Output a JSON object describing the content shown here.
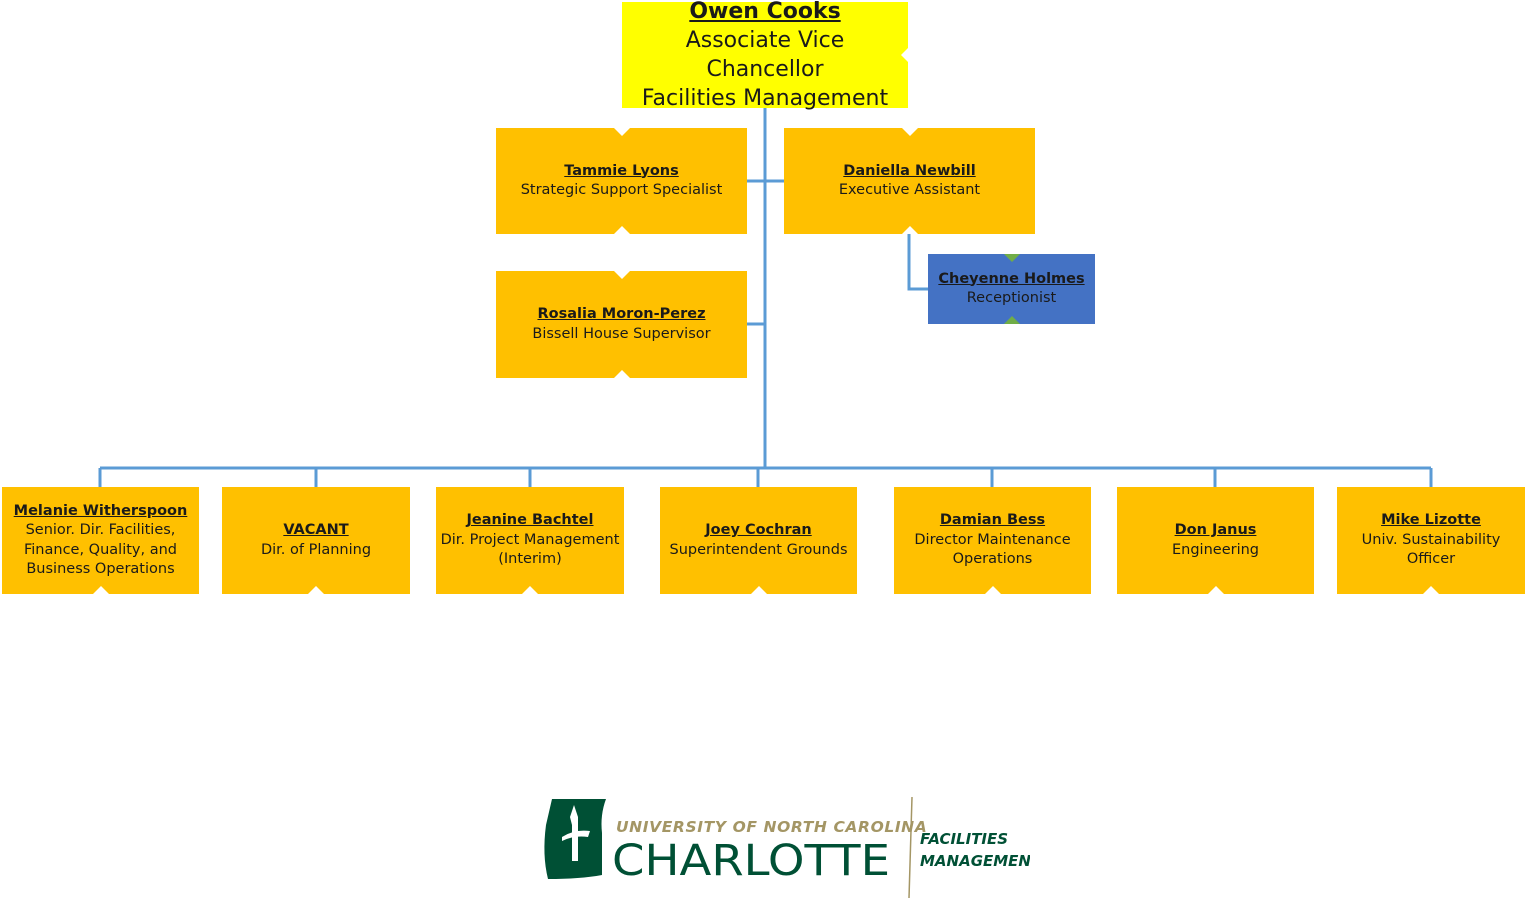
{
  "colors": {
    "connector": "#5b9bd5",
    "top_box": "#ffff00",
    "staff_box": "#ffc000",
    "sub_box": "#4472c4",
    "logo_green": "#005035",
    "logo_gold": "#a49665"
  },
  "top": {
    "name": "Owen Cooks",
    "title_line1": "Associate Vice Chancellor",
    "title_line2": "Facilities Management"
  },
  "staff": [
    {
      "name": "Tammie Lyons",
      "lines": [
        "Strategic Support Specialist"
      ]
    },
    {
      "name": "Daniella Newbill",
      "lines": [
        "Executive Assistant"
      ]
    },
    {
      "name": "Rosalia Moron-Perez",
      "lines": [
        "Bissell House Supervisor"
      ]
    }
  ],
  "sub": {
    "name": "Cheyenne Holmes",
    "lines": [
      "Receptionist"
    ]
  },
  "directors": [
    {
      "name": "Melanie Witherspoon",
      "lines": [
        "Senior. Dir. Facilities,",
        "Finance, Quality, and",
        "Business Operations"
      ]
    },
    {
      "name": "VACANT",
      "lines": [
        "Dir. of Planning"
      ]
    },
    {
      "name": "Jeanine Bachtel",
      "lines": [
        "Dir. Project Management",
        "(Interim)"
      ]
    },
    {
      "name": "Joey Cochran",
      "lines": [
        "Superintendent Grounds"
      ]
    },
    {
      "name": "Damian Bess",
      "lines": [
        "Director Maintenance",
        "Operations"
      ]
    },
    {
      "name": "Don Janus",
      "lines": [
        "Engineering"
      ]
    },
    {
      "name": "Mike Lizotte",
      "lines": [
        "Univ. Sustainability Officer"
      ]
    }
  ],
  "logo": {
    "university_line": "UNIVERSITY OF NORTH CAROLINA",
    "wordmark": "CHARLOTTE",
    "dept_line1": "FACILITIES",
    "dept_line2": "MANAGEMENT"
  }
}
